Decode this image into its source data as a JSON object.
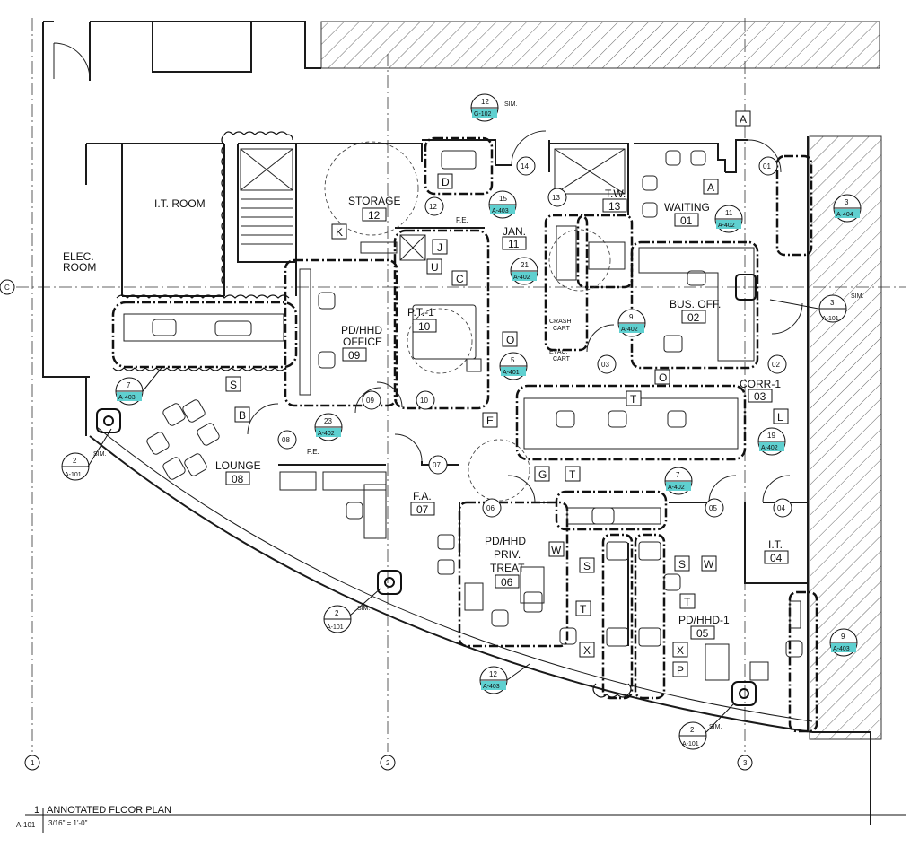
{
  "colors": {
    "line": "#1a1a1a",
    "hatch": "#555555",
    "callout_fill": "#5fd0d0",
    "background": "#ffffff"
  },
  "title_block": {
    "number": "1",
    "sheet": "A-101",
    "title": "ANNOTATED FLOOR PLAN",
    "scale": "3/16\" = 1'-0\""
  },
  "grid": {
    "rows": [
      "C"
    ],
    "cols": [
      "1",
      "2",
      "3"
    ]
  },
  "rooms": [
    {
      "key": "elec",
      "name": "ELEC.",
      "name2": "ROOM",
      "number": ""
    },
    {
      "key": "it-room",
      "name": "I.T. ROOM",
      "number": ""
    },
    {
      "key": "storage",
      "name": "STORAGE",
      "number": "12"
    },
    {
      "key": "jan",
      "name": "JAN.",
      "number": "11"
    },
    {
      "key": "tw",
      "name": "T.W.",
      "number": "13"
    },
    {
      "key": "waiting",
      "name": "WAITING",
      "number": "01"
    },
    {
      "key": "bus-off",
      "name": "BUS. OFF.",
      "number": "02"
    },
    {
      "key": "pdhhd-office",
      "name": "PD/HHD",
      "name2": "OFFICE",
      "number": "09"
    },
    {
      "key": "pt1",
      "name": "P.T.-1",
      "number": "10"
    },
    {
      "key": "corr1",
      "name": "CORR-1",
      "number": "03"
    },
    {
      "key": "lounge",
      "name": "LOUNGE",
      "number": "08"
    },
    {
      "key": "fa",
      "name": "F.A.",
      "number": "07"
    },
    {
      "key": "priv-treat",
      "name": "PD/HHD",
      "name2": "PRIV.",
      "name3": "TREAT",
      "number": "06"
    },
    {
      "key": "pdhhd1",
      "name": "PD/HHD-1",
      "number": "05"
    },
    {
      "key": "it",
      "name": "I.T.",
      "number": "04"
    }
  ],
  "door_tags": [
    "14",
    "12",
    "13",
    "01",
    "09",
    "10",
    "03",
    "02",
    "08",
    "07",
    "06",
    "05",
    "04"
  ],
  "letter_tags": [
    "A",
    "A",
    "D",
    "K",
    "J",
    "U",
    "C",
    "S",
    "B",
    "O",
    "O",
    "T",
    "E",
    "L",
    "G",
    "T",
    "W",
    "S",
    "S",
    "W",
    "T",
    "T",
    "X",
    "X",
    "P"
  ],
  "labels": {
    "fe": "F.E.",
    "crash_cart": [
      "CRASH",
      "CART"
    ],
    "evac_cart": [
      "EVAC.",
      "CART"
    ],
    "sim": "SIM."
  },
  "callouts": [
    {
      "num": "12",
      "sheet": "G-102"
    },
    {
      "num": "15",
      "sheet": "A-403"
    },
    {
      "num": "11",
      "sheet": "A-402"
    },
    {
      "num": "3",
      "sheet": "A-404"
    },
    {
      "num": "21",
      "sheet": "A-402"
    },
    {
      "num": "9",
      "sheet": "A-402"
    },
    {
      "num": "3",
      "sheet": "A-101"
    },
    {
      "num": "5",
      "sheet": "A-401"
    },
    {
      "num": "7",
      "sheet": "A-403"
    },
    {
      "num": "23",
      "sheet": "A-402"
    },
    {
      "num": "19",
      "sheet": "A-402"
    },
    {
      "num": "2",
      "sheet": "A-101"
    },
    {
      "num": "7",
      "sheet": "A-402"
    },
    {
      "num": "2",
      "sheet": "A-101"
    },
    {
      "num": "12",
      "sheet": "A-403"
    },
    {
      "num": "9",
      "sheet": "A-403"
    },
    {
      "num": "2",
      "sheet": "A-101"
    }
  ]
}
